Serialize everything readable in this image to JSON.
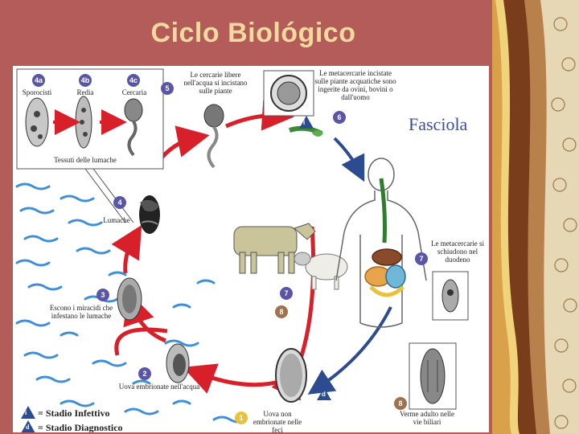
{
  "slide": {
    "title": "Ciclo Biológico",
    "colors": {
      "background": "#b35c59",
      "title": "#f3d9a0"
    }
  },
  "diagram": {
    "heading": "Fasciola",
    "inset": {
      "stages": [
        {
          "badge": "4a",
          "label": "Sporocisti"
        },
        {
          "badge": "4b",
          "label": "Redia"
        },
        {
          "badge": "4c",
          "label": "Cercaria"
        }
      ],
      "caption": "Tessuti delle lumache"
    },
    "steps": [
      {
        "badge": "1",
        "text": "Uova non embrionate nelle feci"
      },
      {
        "badge": "2",
        "text": "Uova embrionate nell'acqua"
      },
      {
        "badge": "3",
        "text": "Escono i miracidi che infestano le lumache"
      },
      {
        "badge": "4",
        "text": "Lumache"
      },
      {
        "badge": "5",
        "text": "Le cercarie libere nell'acqua si incistano sulle piante"
      },
      {
        "badge": "6",
        "text": "Le metacercarie incistate sulle piante acquatiche sono ingerite da ovini, bovini o dall'uomo"
      },
      {
        "badge": "7",
        "text": "Le metacercarie si schiudono nel duodeno"
      },
      {
        "badge": "8",
        "text": "Verme adulto nelle vie biliari"
      }
    ],
    "host_badges": [
      "7",
      "8"
    ],
    "markers": {
      "infective": "i",
      "diagnostic": "d"
    },
    "legend": [
      {
        "symbol": "i",
        "text": "= Stadio Infettivo"
      },
      {
        "symbol": "d",
        "text": "= Stadio Diagnostico"
      }
    ],
    "colors": {
      "red_arrow": "#d8202a",
      "blue_arrow": "#2d4b8f",
      "water": "#3f8fd6"
    }
  }
}
